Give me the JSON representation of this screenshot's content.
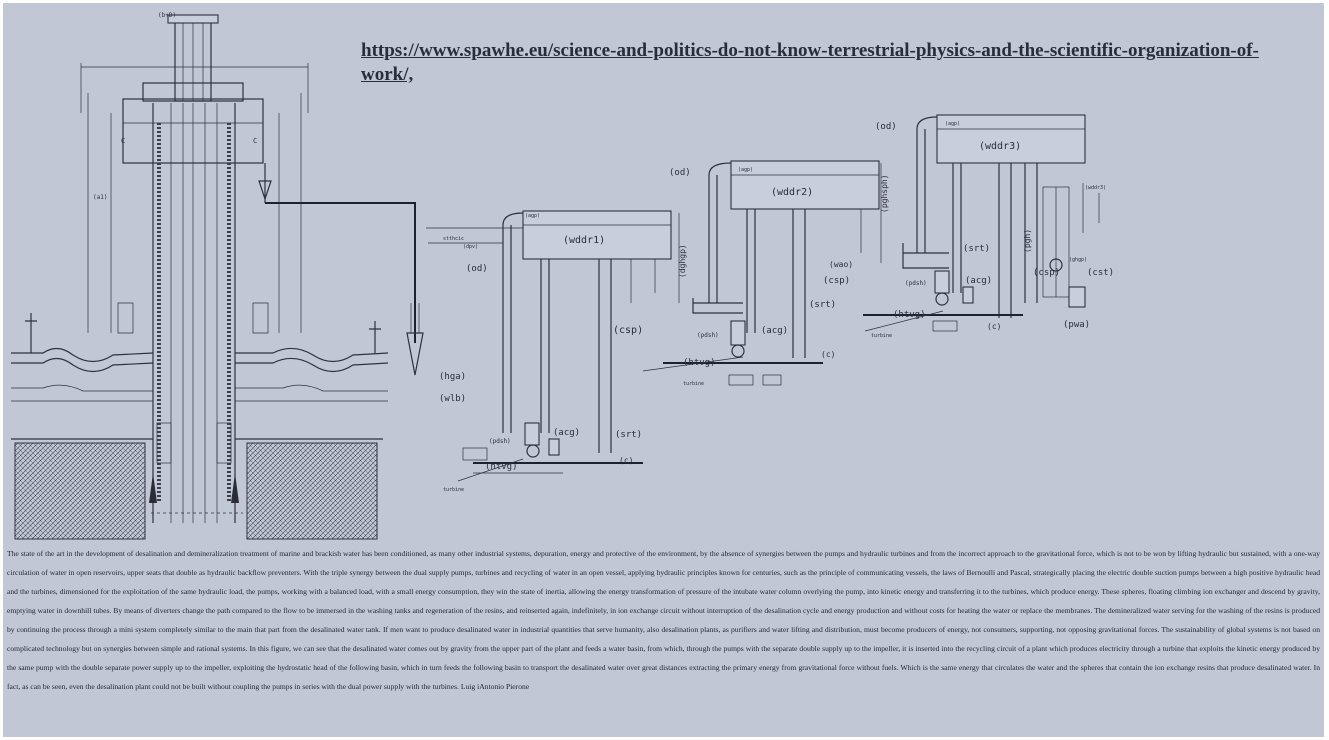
{
  "header": {
    "link_text": "https://www.spawhe.eu/science-and-politics-do-not-know-terrestrial-physics-and-the-scientific-organization-of-work/,"
  },
  "diagram": {
    "unit_labels": [
      "(wddr1)",
      "(wddr2)",
      "(wddr3)"
    ],
    "labels": {
      "od": "(od)",
      "hga": "(hga)",
      "wlb": "(wlb)",
      "csp": "(csp)",
      "acg": "(acg)",
      "srt": "(srt)",
      "c": "(c)",
      "htvg": "(htvg)",
      "pdsh": "(pdsh)",
      "turbine": "turbine",
      "wao": "(wao)",
      "pwa": "(pwa)",
      "cst": "(cst)",
      "ghgp": "(ghgp)",
      "head_1": "(dghgp)",
      "head_2": "(pghsph)",
      "head_3": "(pgh)"
    }
  },
  "description": "The state of the art in the development of desalination and demineralization treatment of marine and brackish water has been conditioned, as many other industrial systems, depuration, energy and protective of the environment, by the absence of synergies between the pumps and hydraulic turbines and from the incorrect approach to the gravitational force, which is not to be won by lifting hydraulic but sustained, with a one-way circulation of water in open reservoirs, upper seats that double as hydraulic backflow preventers. With the triple synergy between the dual supply pumps, turbines and recycling of water in an open vessel, applying hydraulic principles known for centuries, such as the principle of communicating vessels, the laws of Bernoulli and Pascal, strategically placing the electric double suction pumps between a high positive hydraulic head and the turbines, dimensioned for the exploitation of the same hydraulic load, the pumps, working with a balanced load, with a small energy consumption, they win the state of inertia, allowing the energy transformation of pressure of the intubate water column overlying the pump, into kinetic energy and transferring it to the turbines, which produce energy. These spheres, floating climbing ion exchanger and descend by gravity, emptying water in downhill tubes. By means of diverters change the path compared to the flow to be immersed in the washing tanks and regeneration of the resins, and reinserted again, indefinitely, in ion exchange circuit without interruption of the desalination cycle and energy production and without costs for heating the water or replace the membranes. The demineralized water serving for the washing of the resins is produced by continuing the process through a mini system completely similar to the main that part from the desalinated water tank. If men want to produce desalinated water in industrial quantities that serve humanity, also desalination plants, as purifiers and water lifting and distribution, must become producers of energy, not consumers, supporting, not opposing gravitational forces. The sustainability of global systems is not based on complicated technology but on synergies between simple and rational systems. In this figure, we can see that the desalinated water comes out by gravity from the upper part of the plant and feeds a water basin, from which, through the pumps with the separate double supply up to the impeller, it is inserted into the recycling circuit of a plant which produces electricity through a turbine that exploits the kinetic energy produced by the same pump with the double separate power supply up to the impeller, exploiting the hydrostatic head of the following basin, which in turn feeds the following basin to transport the desalinated water over great distances extracting the primary energy from gravitational force without fuels. Which is the same energy that circulates the water and the spheres that contain the ion exchange resins that produce desalinated water. In fact, as can be seen, even the desalination plant could not be built without coupling the pumps in series with the dual power supply with the turbines. Luig iAntonio Pierone"
}
